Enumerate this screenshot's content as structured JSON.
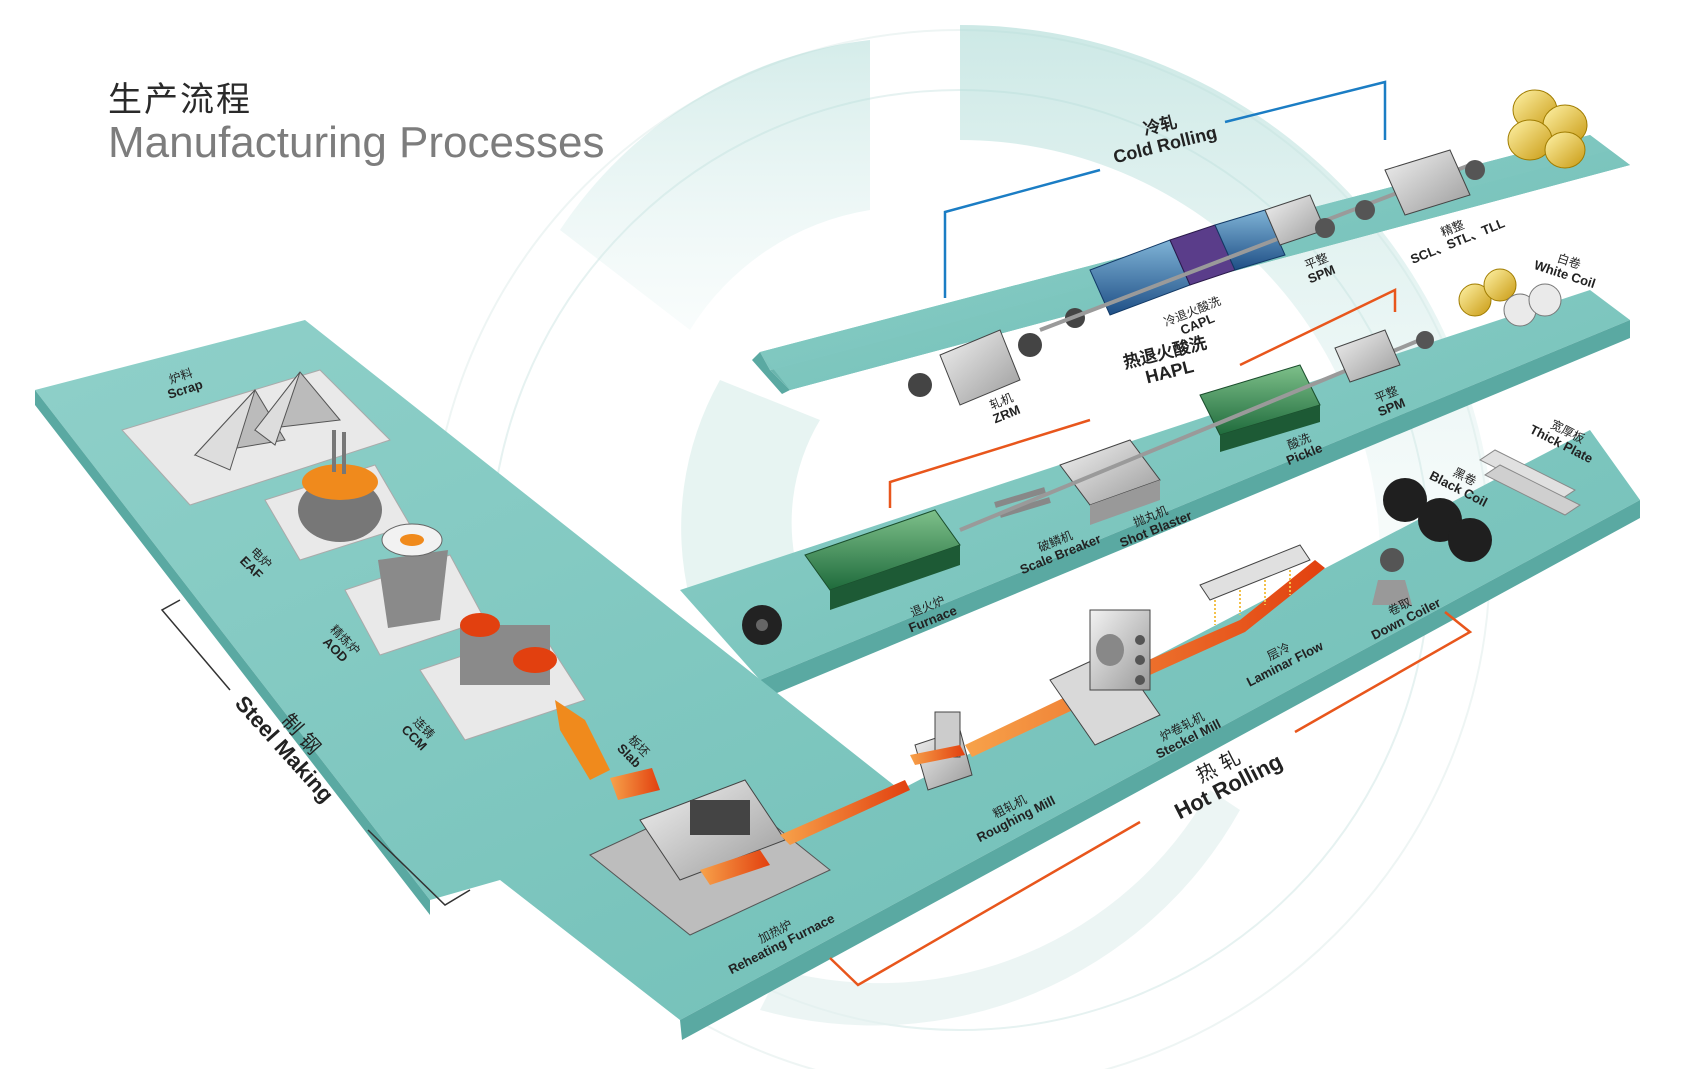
{
  "header": {
    "title_zh": "生产流程",
    "title_en": "Manufacturing Processes"
  },
  "sections": {
    "cold_rolling": {
      "zh": "冷轧",
      "en": "Cold Rolling"
    },
    "hapl": {
      "zh": "热退火酸洗",
      "en": "HAPL"
    },
    "hot_rolling": {
      "zh": "热 轧",
      "en": "Hot Rolling"
    },
    "steel_making": {
      "zh": "制 钢",
      "en": "Steel Making"
    }
  },
  "steel_making": {
    "scrap": {
      "zh": "炉料",
      "en": "Scrap"
    },
    "eaf": {
      "zh": "电炉",
      "en": "EAF"
    },
    "aod": {
      "zh": "精炼炉",
      "en": "AOD"
    },
    "ccm": {
      "zh": "连铸",
      "en": "CCM"
    },
    "slab": {
      "zh": "板坯",
      "en": "Slab"
    }
  },
  "hot_rolling": {
    "reheating": {
      "zh": "加热炉",
      "en": "Reheating Furnace"
    },
    "roughing": {
      "zh": "粗轧机",
      "en": "Roughing Mill"
    },
    "steckel": {
      "zh": "炉卷轧机",
      "en": "Steckel Mill"
    },
    "laminar": {
      "zh": "层冷",
      "en": "Laminar Flow"
    },
    "down_coiler": {
      "zh": "卷取",
      "en": "Down Coiler"
    },
    "black_coil": {
      "zh": "黑卷",
      "en": "Black Coil"
    },
    "thick_plate": {
      "zh": "宽厚板",
      "en": "Thick Plate"
    }
  },
  "hapl_line": {
    "furnace": {
      "zh": "退火炉",
      "en": "Furnace"
    },
    "scale_breaker": {
      "zh": "破鳞机",
      "en": "Scale Breaker"
    },
    "shot_blaster": {
      "zh": "抛丸机",
      "en": "Shot Blaster"
    },
    "pickle": {
      "zh": "酸洗",
      "en": "Pickle"
    },
    "spm": {
      "zh": "平整",
      "en": "SPM"
    },
    "white_coil": {
      "zh": "白卷",
      "en": "White Coil"
    }
  },
  "cold_line": {
    "zrm": {
      "zh": "轧机",
      "en": "ZRM"
    },
    "capl": {
      "zh": "冷退火酸洗",
      "en": "CAPL"
    },
    "spm": {
      "zh": "平整",
      "en": "SPM"
    },
    "finishing": {
      "zh": "精整",
      "en": "SCL、STL、TLL"
    }
  },
  "colors": {
    "platform": "#7fc7c0",
    "platform_dark": "#5aa9a2",
    "bracket_orange": "#e8561c",
    "bracket_blue": "#1b7dc4",
    "hot_steel": "#ef5a12",
    "arc": "#b9dfdb"
  }
}
